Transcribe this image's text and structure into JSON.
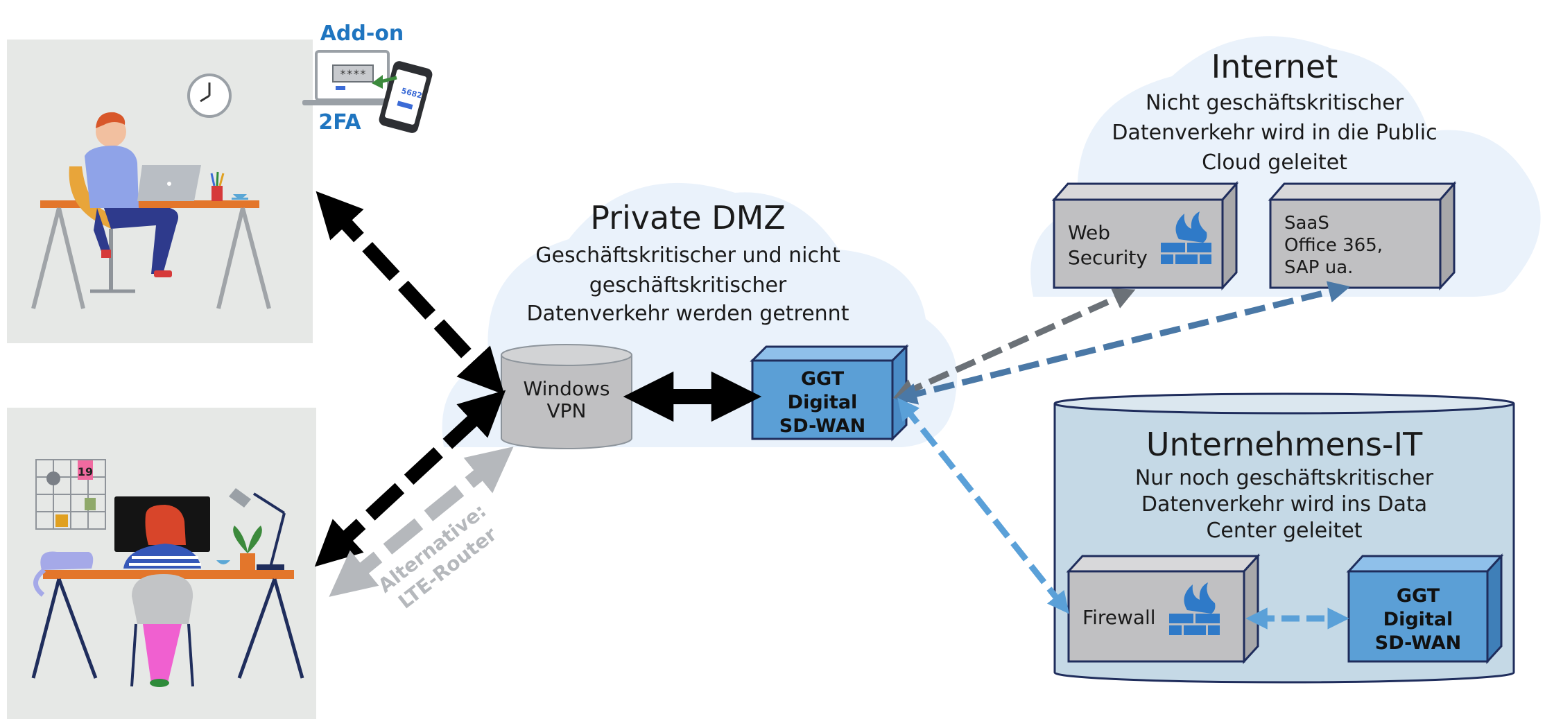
{
  "addon": {
    "top": "Add-on",
    "bottom": "2FA",
    "pin_mask": "****",
    "otp": "5682"
  },
  "private_dmz": {
    "title": "Private DMZ",
    "desc_lines": [
      "Geschäftskritischer und nicht",
      "geschäftskritischer",
      "Datenverkehr werden getrennt"
    ]
  },
  "vpn": {
    "lines": [
      "Windows",
      "VPN"
    ]
  },
  "sdwan_dmz": {
    "lines": [
      "GGT",
      "Digital",
      "SD-WAN"
    ]
  },
  "alternative": {
    "lines": [
      "Alternative:",
      "LTE-Router"
    ]
  },
  "internet": {
    "title": "Internet",
    "desc_lines": [
      "Nicht geschäftskritischer",
      "Datenverkehr wird in die Public",
      "Cloud geleitet"
    ]
  },
  "web_security": {
    "lines": [
      "Web",
      "Security"
    ]
  },
  "saas": {
    "lines": [
      "SaaS",
      "Office 365,",
      "SAP ua."
    ]
  },
  "enterprise_it": {
    "title": "Unternehmens-IT",
    "desc_lines": [
      "Nur noch geschäftskritischer",
      "Datenverkehr wird ins Data",
      "Center geleitet"
    ]
  },
  "firewall": {
    "label": "Firewall"
  },
  "sdwan_dc": {
    "lines": [
      "GGT",
      "Digital",
      "SD-WAN"
    ]
  },
  "workspace_top": {
    "clock": "clock-icon"
  },
  "workspace_bottom": {
    "calendar_day": "19"
  },
  "colors": {
    "cloud": "#eaf2fb",
    "box_grey": "#c0c0c2",
    "sdwan_blue": "#5b9fd6",
    "navy": "#1f2d5c",
    "arrow_grey": "#6b7177",
    "arrow_steel": "#4a78a6",
    "arrow_light": "#5aa0d8",
    "addon_blue": "#1f75c0",
    "dc_blue": "#c5d9e6"
  }
}
